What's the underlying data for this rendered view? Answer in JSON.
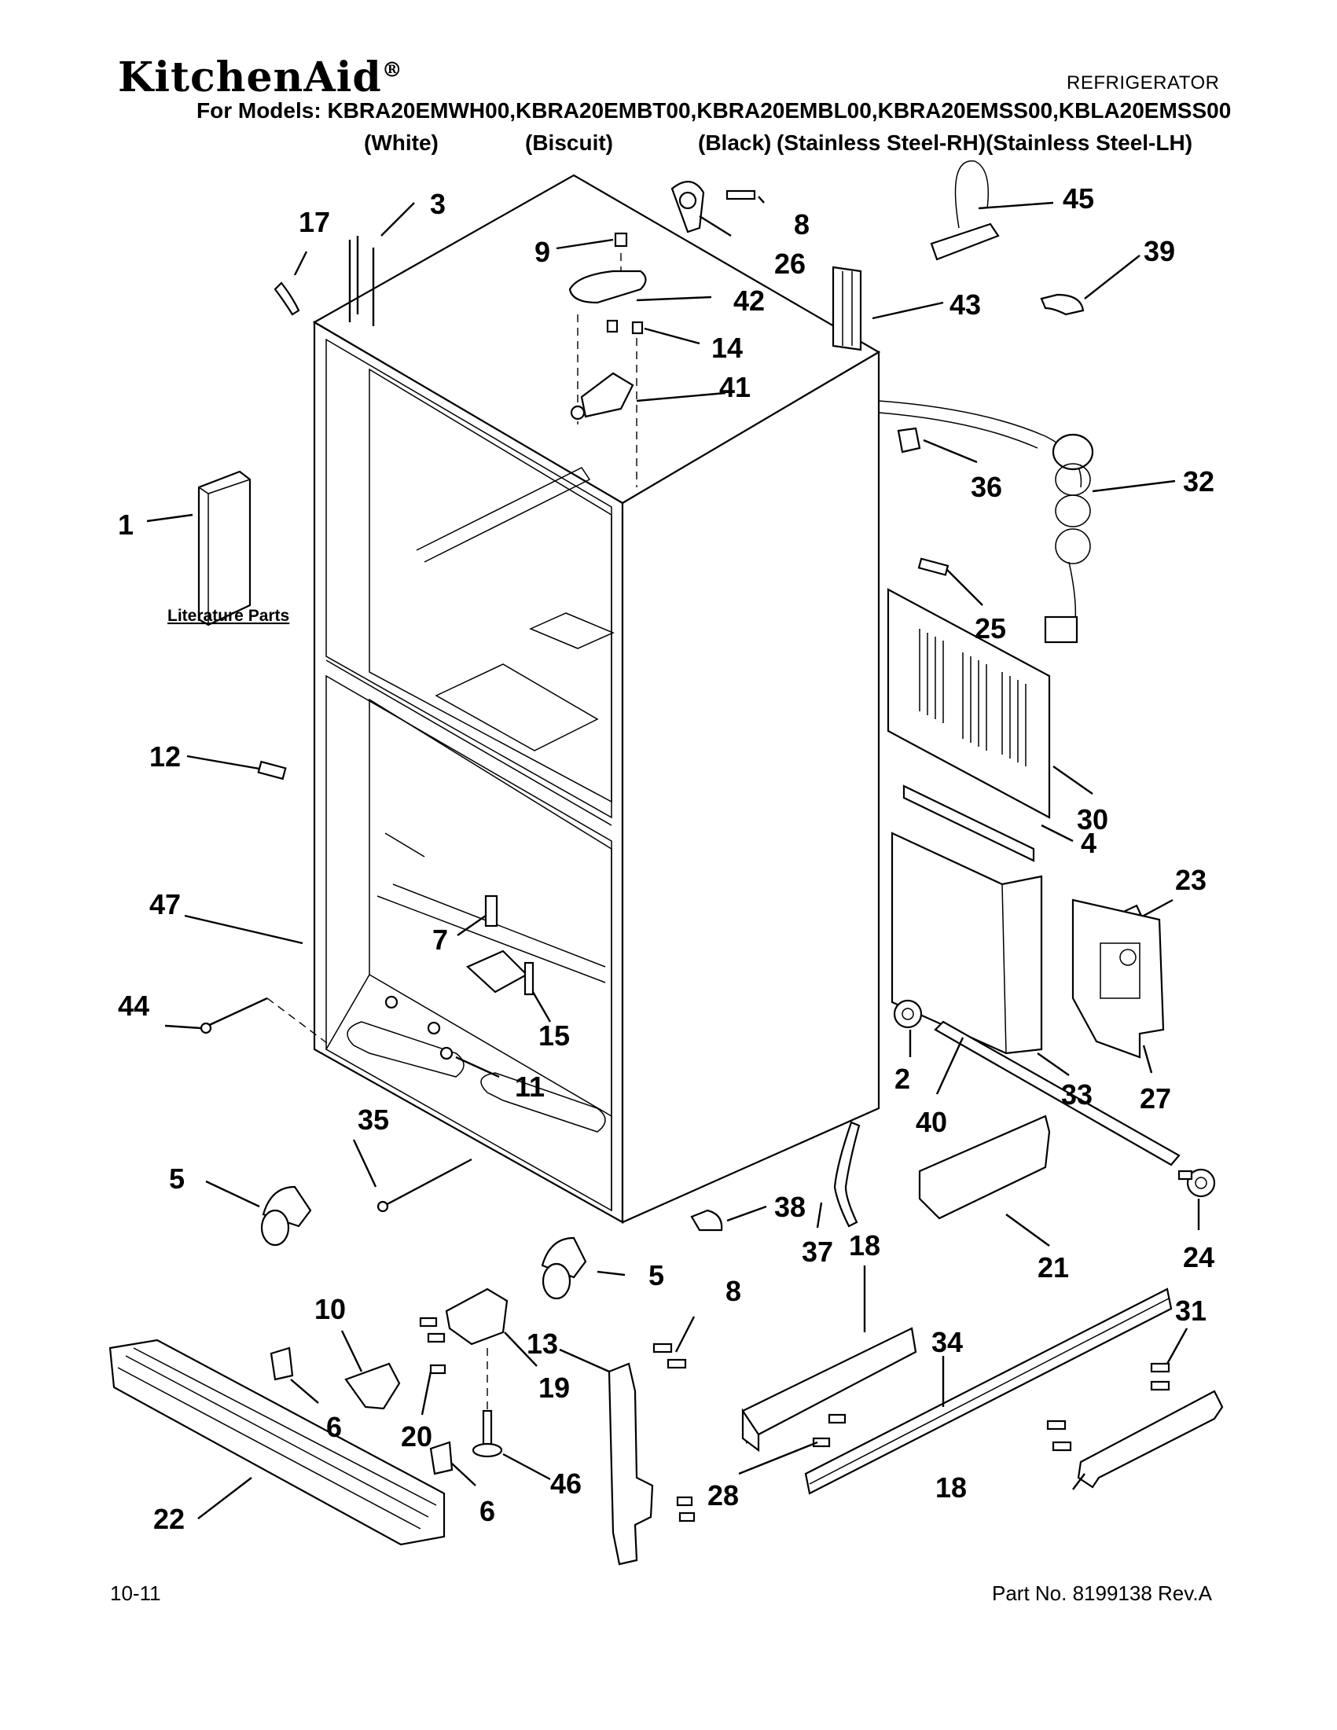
{
  "header": {
    "brand": "KitchenAid",
    "brand_mark": "®",
    "document_type": "REFRIGERATOR",
    "models_line": "For Models: KBRA20EMWH00,KBRA20EMBT00,KBRA20EMBL00,KBRA20EMSS00,KBLA20EMSS00",
    "variants": [
      "(White)",
      "(Biscuit)",
      "(Black)",
      "(Stainless Steel-RH)(Stainless Steel-LH)"
    ]
  },
  "diagram": {
    "literature_label": "Literature Parts",
    "callouts": [
      "1",
      "2",
      "3",
      "4",
      "5",
      "5",
      "6",
      "6",
      "7",
      "8",
      "8",
      "9",
      "10",
      "11",
      "12",
      "13",
      "14",
      "15",
      "17",
      "18",
      "18",
      "19",
      "20",
      "21",
      "22",
      "23",
      "24",
      "25",
      "26",
      "27",
      "28",
      "30",
      "31",
      "32",
      "33",
      "34",
      "35",
      "36",
      "37",
      "38",
      "39",
      "40",
      "41",
      "42",
      "43",
      "44",
      "45",
      "46",
      "47"
    ]
  },
  "footer": {
    "date_code": "10-11",
    "part_number": "Part No. 8199138 Rev.A"
  },
  "colors": {
    "ink": "#000000",
    "paper": "#ffffff"
  }
}
